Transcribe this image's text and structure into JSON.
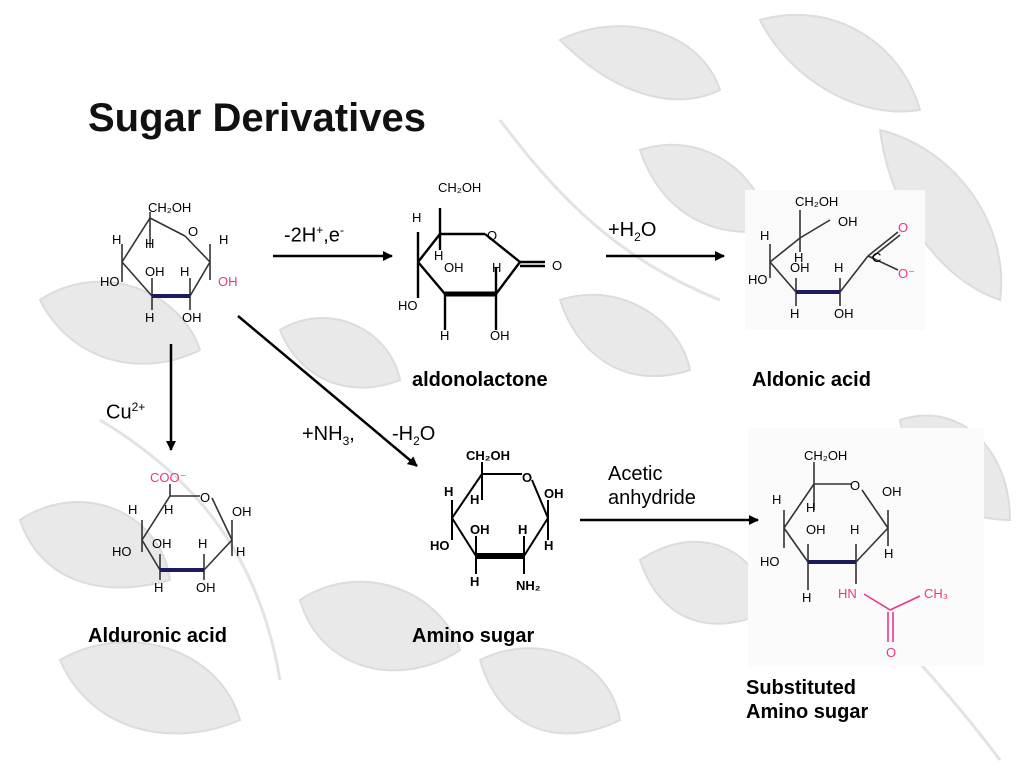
{
  "slide": {
    "title": "Sugar Derivatives"
  },
  "labels": {
    "aldonolactone": "aldonolactone",
    "aldonic_acid": "Aldonic acid",
    "alduronic_acid": "Alduronic acid",
    "amino_sugar": "Amino sugar",
    "substituted_line1": "Substituted",
    "substituted_line2": "Amino sugar"
  },
  "conditions": {
    "oxidation": {
      "base": "-2H",
      "sup1": "+",
      "mid": ",e",
      "sup2": "-"
    },
    "hydration": {
      "base": "+H",
      "sub": "2",
      "end": "O"
    },
    "copper": {
      "base": "Cu",
      "sup": "2+"
    },
    "amination_a": {
      "base": "+NH",
      "sub": "3",
      "end": ","
    },
    "amination_b": {
      "base": "-H",
      "sub": "2",
      "end": "O"
    },
    "acetylation_line1": "Acetic",
    "acetylation_line2": "anhydride"
  },
  "atoms": {
    "ch2oh": "CH₂OH",
    "oh": "OH",
    "ho": "HO",
    "h": "H",
    "o": "O",
    "o_minus": "O⁻",
    "coo_minus": "COO⁻",
    "nh2": "NH₂",
    "hn": "HN",
    "ch3": "CH₃",
    "c": "C"
  },
  "colors": {
    "highlight_pink": "#e8388a",
    "bond_dark_blue": "#1b1b5e",
    "text": "#000000"
  }
}
